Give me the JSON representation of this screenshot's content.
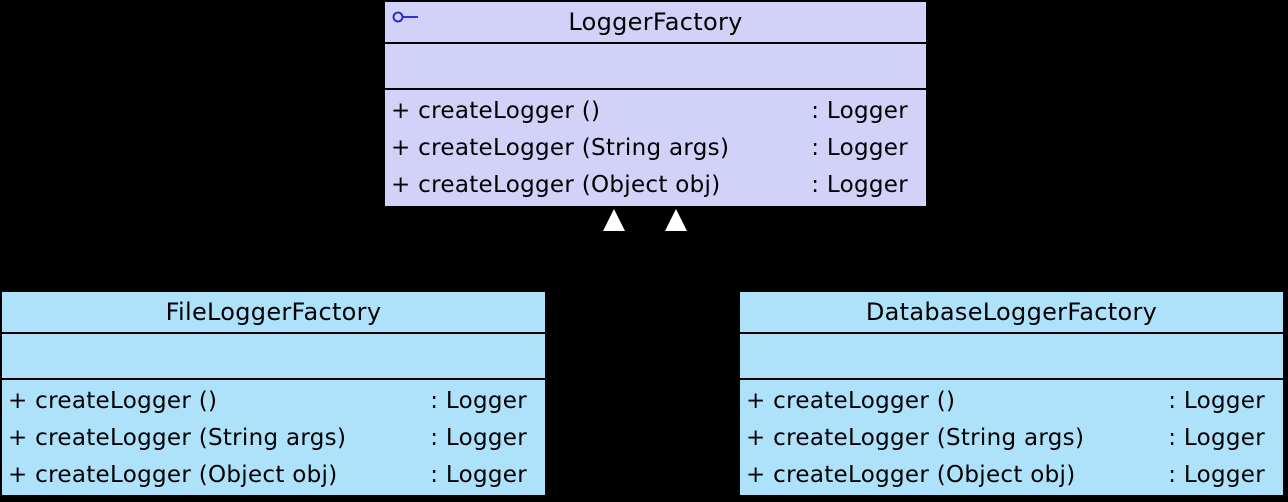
{
  "diagram": {
    "type": "uml-class-diagram",
    "background_color": "#000000",
    "accent_colors": {
      "parent_fill": "#d2d1f8",
      "child_fill": "#aee2fb",
      "border": "#000000",
      "arrowhead": "#ffffff",
      "interface_icon": "#2121cc"
    },
    "classes": [
      {
        "name": "LoggerFactory",
        "header_icon": "interface-lollipop-icon",
        "attributes_compartment": "",
        "methods": [
          {
            "label": "+ createLogger ()",
            "return_type": ": Logger"
          },
          {
            "label": "+ createLogger (String args)",
            "return_type": ": Logger"
          },
          {
            "label": "+ createLogger (Object obj)",
            "return_type": ": Logger"
          }
        ]
      },
      {
        "name": "FileLoggerFactory",
        "header_icon": null,
        "attributes_compartment": "",
        "methods": [
          {
            "label": "+ createLogger ()",
            "return_type": ": Logger"
          },
          {
            "label": "+ createLogger (String args)",
            "return_type": ": Logger"
          },
          {
            "label": "+ createLogger (Object obj)",
            "return_type": ": Logger"
          }
        ]
      },
      {
        "name": "DatabaseLoggerFactory",
        "header_icon": null,
        "attributes_compartment": "",
        "methods": [
          {
            "label": "+ createLogger ()",
            "return_type": ": Logger"
          },
          {
            "label": "+ createLogger (String args)",
            "return_type": ": Logger"
          },
          {
            "label": "+ createLogger (Object obj)",
            "return_type": ": Logger"
          }
        ]
      }
    ],
    "relationships": [
      {
        "type": "generalization",
        "from": "FileLoggerFactory",
        "to": "LoggerFactory"
      },
      {
        "type": "generalization",
        "from": "DatabaseLoggerFactory",
        "to": "LoggerFactory"
      }
    ]
  }
}
